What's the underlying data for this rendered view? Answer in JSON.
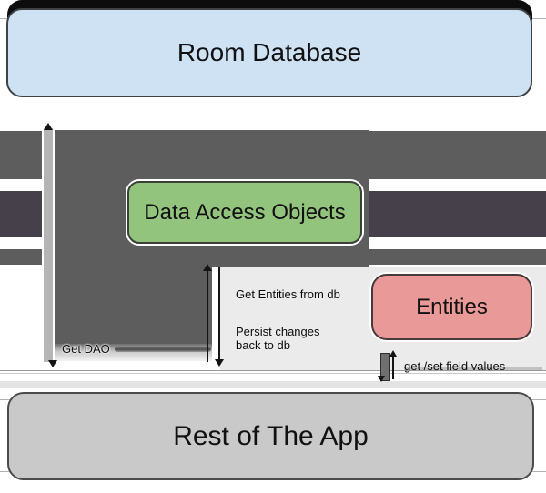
{
  "diagram": {
    "nodes": {
      "room_database": {
        "label": "Room Database",
        "fill": "#cfe2f3"
      },
      "data_access_objects": {
        "label": "Data Access Objects",
        "fill": "#93c47d"
      },
      "entities": {
        "label": "Entities",
        "fill": "#ea9999"
      },
      "rest_of_app": {
        "label": "Rest of The App",
        "fill": "#c9c9c9"
      }
    },
    "edges": {
      "get_dao": {
        "label": "Get DAO",
        "direction": "bidirectional"
      },
      "get_entities": {
        "label": "Get Entities from db",
        "direction": "up"
      },
      "persist_changes": {
        "label": "Persist changes back to db",
        "direction": "down"
      },
      "get_set_fields": {
        "label": "get /set field values",
        "direction": "bidirectional"
      }
    },
    "colors": {
      "flow_medium_gray": "#5d5d5d",
      "flow_dark_gray": "#454049",
      "flow_light_bar": "#b5b5b5",
      "panel_gray": "#ebebeb"
    }
  }
}
